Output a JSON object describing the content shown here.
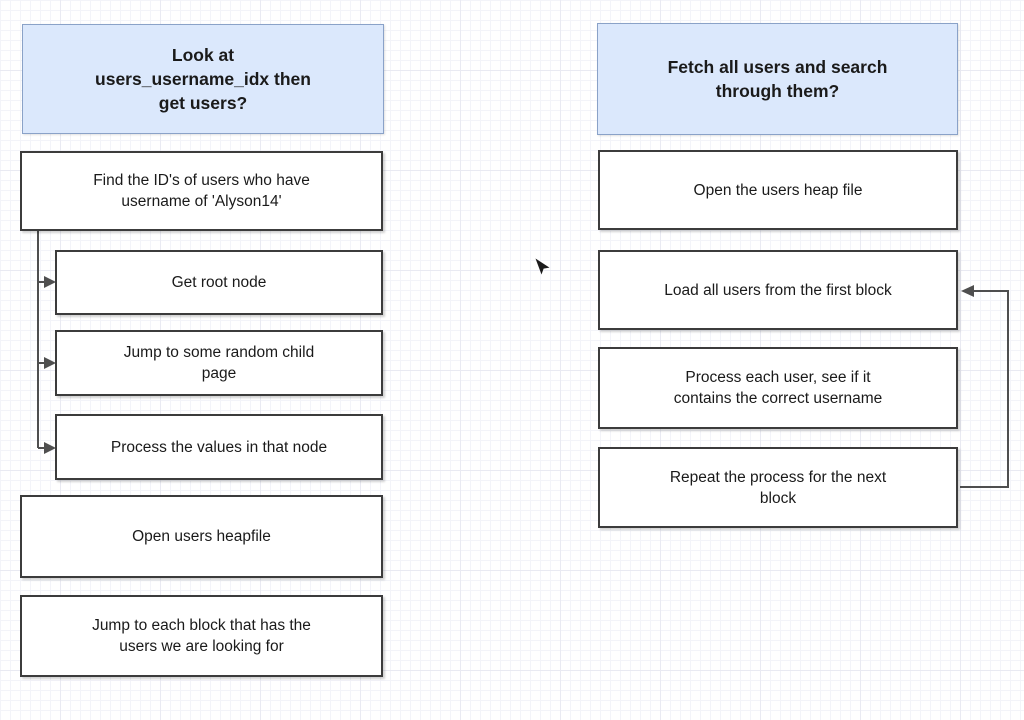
{
  "colors": {
    "canvas_bg": "#ffffff",
    "grid_minor": "#f3f4f9",
    "grid_major": "#e9eaf2",
    "header_fill": "#dbe8fc",
    "header_border": "#8aa2c8",
    "box_fill": "#ffffff",
    "box_border": "#3c3c3c",
    "connector": "#4f4f4f",
    "text": "#1a1a1a"
  },
  "left_flow": {
    "header": "Look at\nusers_username_idx then\nget users?",
    "step_find_ids": "Find the ID's of users who have\nusername of 'Alyson14'",
    "substeps": [
      {
        "label": "Get root node"
      },
      {
        "label": "Jump to some random child\npage"
      },
      {
        "label": "Process the values in that node"
      }
    ],
    "step_open_heapfile": "Open users heapfile",
    "step_jump_blocks": "Jump to each block that has the\nusers we are looking for"
  },
  "right_flow": {
    "header": "Fetch all users and search\nthrough them?",
    "steps": [
      {
        "label": "Open the users heap file"
      },
      {
        "label": "Load all users from the first block"
      },
      {
        "label": "Process each user, see if it\ncontains the correct username"
      },
      {
        "label": "Repeat the process for the next\nblock"
      }
    ]
  }
}
